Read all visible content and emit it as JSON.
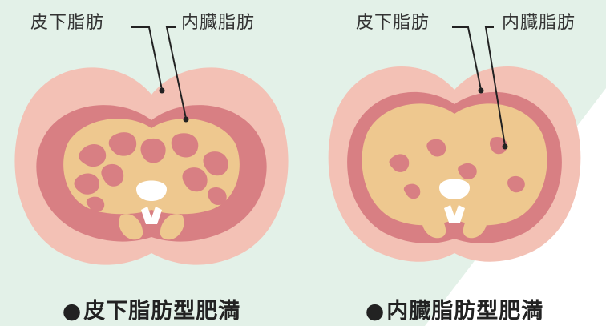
{
  "panels": [
    {
      "subcutaneous_label": "皮下脂肪",
      "visceral_label": "内臓脂肪",
      "title": "皮下脂肪型肥満"
    },
    {
      "subcutaneous_label": "皮下脂肪",
      "visceral_label": "内臓脂肪",
      "title": "内臓脂肪型肥満"
    }
  ],
  "bullet": "●",
  "colors": {
    "background": "#e3f1e8",
    "skin_fat": "#f3c1b5",
    "muscle": "#d87f83",
    "visceral_fat": "#eec88f",
    "organs": "#d87f83",
    "bone": "#ffffff"
  }
}
